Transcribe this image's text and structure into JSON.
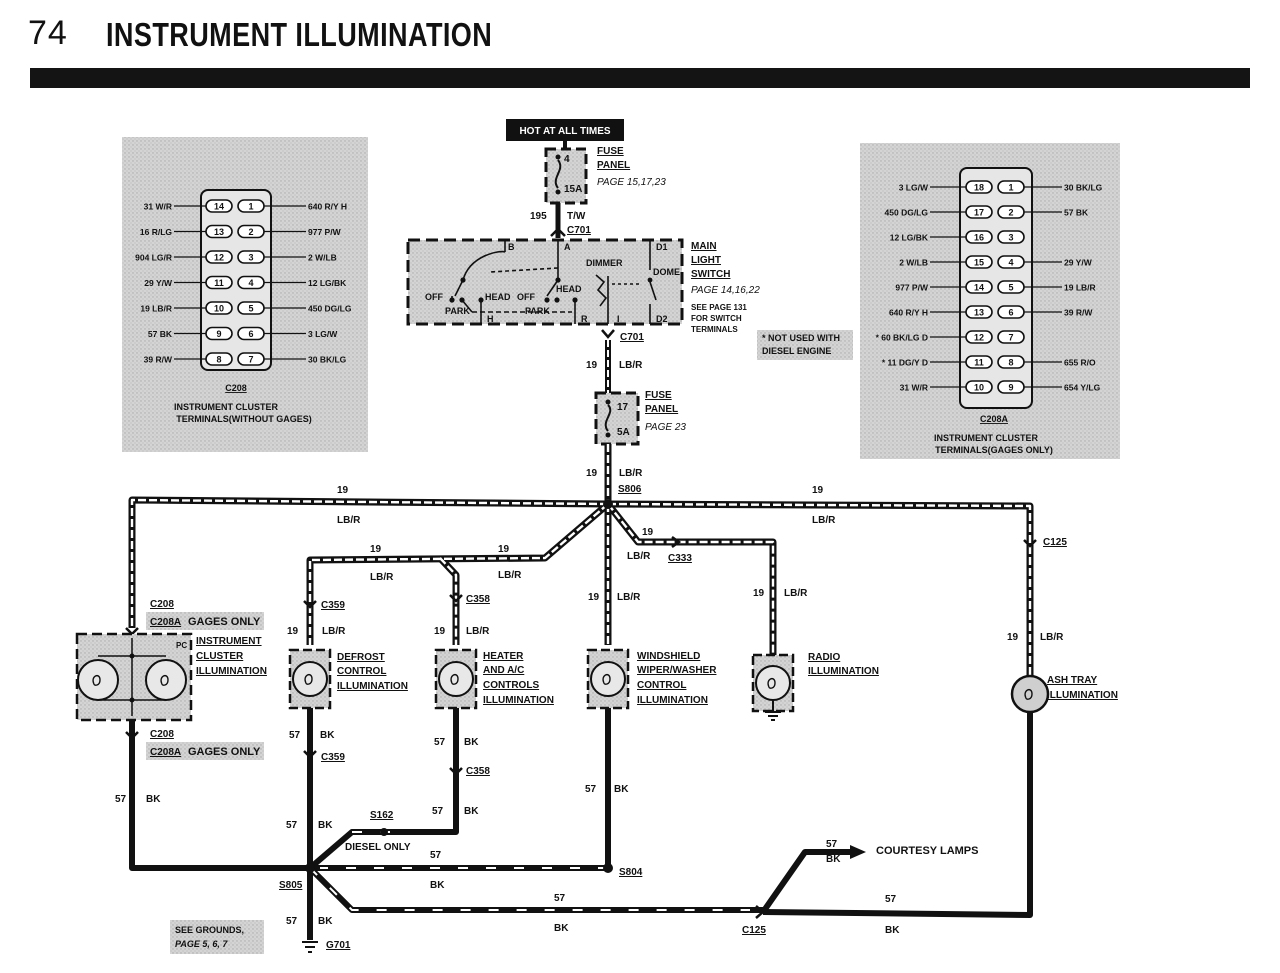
{
  "header": {
    "page_number": "74",
    "title": "INSTRUMENT ILLUMINATION"
  },
  "hot_label": "HOT AT ALL TIMES",
  "fuse1": {
    "pin_in": "4",
    "rating": "15A",
    "name1": "FUSE",
    "name2": "PANEL",
    "page": "PAGE 15,17,23"
  },
  "wire_195": {
    "circuit": "195",
    "color": "T/W"
  },
  "conn_c701_top": "C701",
  "conn_c701_bottom": "C701",
  "switch": {
    "name1": "MAIN",
    "name2": "LIGHT",
    "name3": "SWITCH",
    "page": "PAGE 14,16,22",
    "see1": "SEE PAGE 131",
    "see2": "FOR SWITCH",
    "see3": "TERMINALS",
    "term_b": "B",
    "term_a": "A",
    "term_d1": "D1",
    "term_d2": "D2",
    "term_h": "H",
    "term_r": "R",
    "term_i": "I",
    "dimmer": "DIMMER",
    "dome": "DOME",
    "off1": "OFF",
    "head1": "HEAD",
    "park1": "PARK",
    "off2": "OFF",
    "head2": "HEAD",
    "park2": "PARK"
  },
  "note_diesel": {
    "line1": "* NOT USED WITH",
    "line2": "DIESEL ENGINE"
  },
  "fuse2": {
    "pin_in": "17",
    "rating": "5A",
    "name1": "FUSE",
    "name2": "PANEL",
    "page": "PAGE 23"
  },
  "wire_19": {
    "circuit": "19",
    "color": "LB/R"
  },
  "wire_57": {
    "circuit": "57",
    "color": "BK"
  },
  "splices": {
    "s806": "S806",
    "s804": "S804",
    "s805": "S805",
    "s162": "S162"
  },
  "diesel_only": "DIESEL ONLY",
  "connectors": {
    "c125": "C125",
    "c333": "C333",
    "c359": "C359",
    "c358": "C358",
    "c208": "C208",
    "c208a": "C208A",
    "gages_only": "GAGES ONLY",
    "g701": "G701"
  },
  "loads": {
    "cluster": {
      "l1": "INSTRUMENT",
      "l2": "CLUSTER",
      "l3": "ILLUMINATION",
      "pc": "PC"
    },
    "defrost": {
      "l1": "DEFROST",
      "l2": "CONTROL",
      "l3": "ILLUMINATION"
    },
    "heater": {
      "l1": "HEATER",
      "l2": "AND A/C",
      "l3": "CONTROLS",
      "l4": "ILLUMINATION"
    },
    "wiper": {
      "l1": "WINDSHIELD",
      "l2": "WIPER/WASHER",
      "l3": "CONTROL",
      "l4": "ILLUMINATION"
    },
    "radio": {
      "l1": "RADIO",
      "l2": "ILLUMINATION"
    },
    "ashtray": {
      "l1": "ASH TRAY",
      "l2": "ILLUMINATION"
    }
  },
  "courtesy_lamps": "COURTESY LAMPS",
  "grounds_note": {
    "l1": "SEE GROUNDS,",
    "l2": "PAGE 5, 6, 7"
  },
  "c208_panel": {
    "connector": "C208",
    "caption1": "INSTRUMENT CLUSTER",
    "caption2": "TERMINALS(WITHOUT GAGES)",
    "rows": [
      {
        "lwire": "31 W/R",
        "lpin": "14",
        "rpin": "1",
        "rwire": "640 R/Y H"
      },
      {
        "lwire": "16 R/LG",
        "lpin": "13",
        "rpin": "2",
        "rwire": "977 P/W"
      },
      {
        "lwire": "904 LG/R",
        "lpin": "12",
        "rpin": "3",
        "rwire": "2 W/LB"
      },
      {
        "lwire": "29 Y/W",
        "lpin": "11",
        "rpin": "4",
        "rwire": "12 LG/BK"
      },
      {
        "lwire": "19 LB/R",
        "lpin": "10",
        "rpin": "5",
        "rwire": "450 DG/LG"
      },
      {
        "lwire": "57 BK",
        "lpin": "9",
        "rpin": "6",
        "rwire": "3 LG/W"
      },
      {
        "lwire": "39 R/W",
        "lpin": "8",
        "rpin": "7",
        "rwire": "30 BK/LG"
      }
    ]
  },
  "c208a_panel": {
    "connector": "C208A",
    "caption1": "INSTRUMENT CLUSTER",
    "caption2": "TERMINALS(GAGES ONLY)",
    "rows": [
      {
        "lwire": "3 LG/W",
        "lpin": "18",
        "rpin": "1",
        "rwire": "30 BK/LG"
      },
      {
        "lwire": "450 DG/LG",
        "lpin": "17",
        "rpin": "2",
        "rwire": "57 BK"
      },
      {
        "lwire": "12 LG/BK",
        "lpin": "16",
        "rpin": "3",
        "rwire": ""
      },
      {
        "lwire": "2 W/LB",
        "lpin": "15",
        "rpin": "4",
        "rwire": "29 Y/W"
      },
      {
        "lwire": "977 P/W",
        "lpin": "14",
        "rpin": "5",
        "rwire": "19 LB/R"
      },
      {
        "lwire": "640 R/Y H",
        "lpin": "13",
        "rpin": "6",
        "rwire": "39 R/W"
      },
      {
        "lwire": "* 60 BK/LG D",
        "lpin": "12",
        "rpin": "7",
        "rwire": ""
      },
      {
        "lwire": "* 11 DG/Y D",
        "lpin": "11",
        "rpin": "8",
        "rwire": "655 R/O"
      },
      {
        "lwire": "31 W/R",
        "lpin": "10",
        "rpin": "9",
        "rwire": "654 Y/LG"
      }
    ]
  },
  "colors": {
    "ink": "#111111",
    "panel_gray": "#d2d2d2",
    "box_gray": "#c8c8c8",
    "wire_fill": "#ffffff"
  }
}
